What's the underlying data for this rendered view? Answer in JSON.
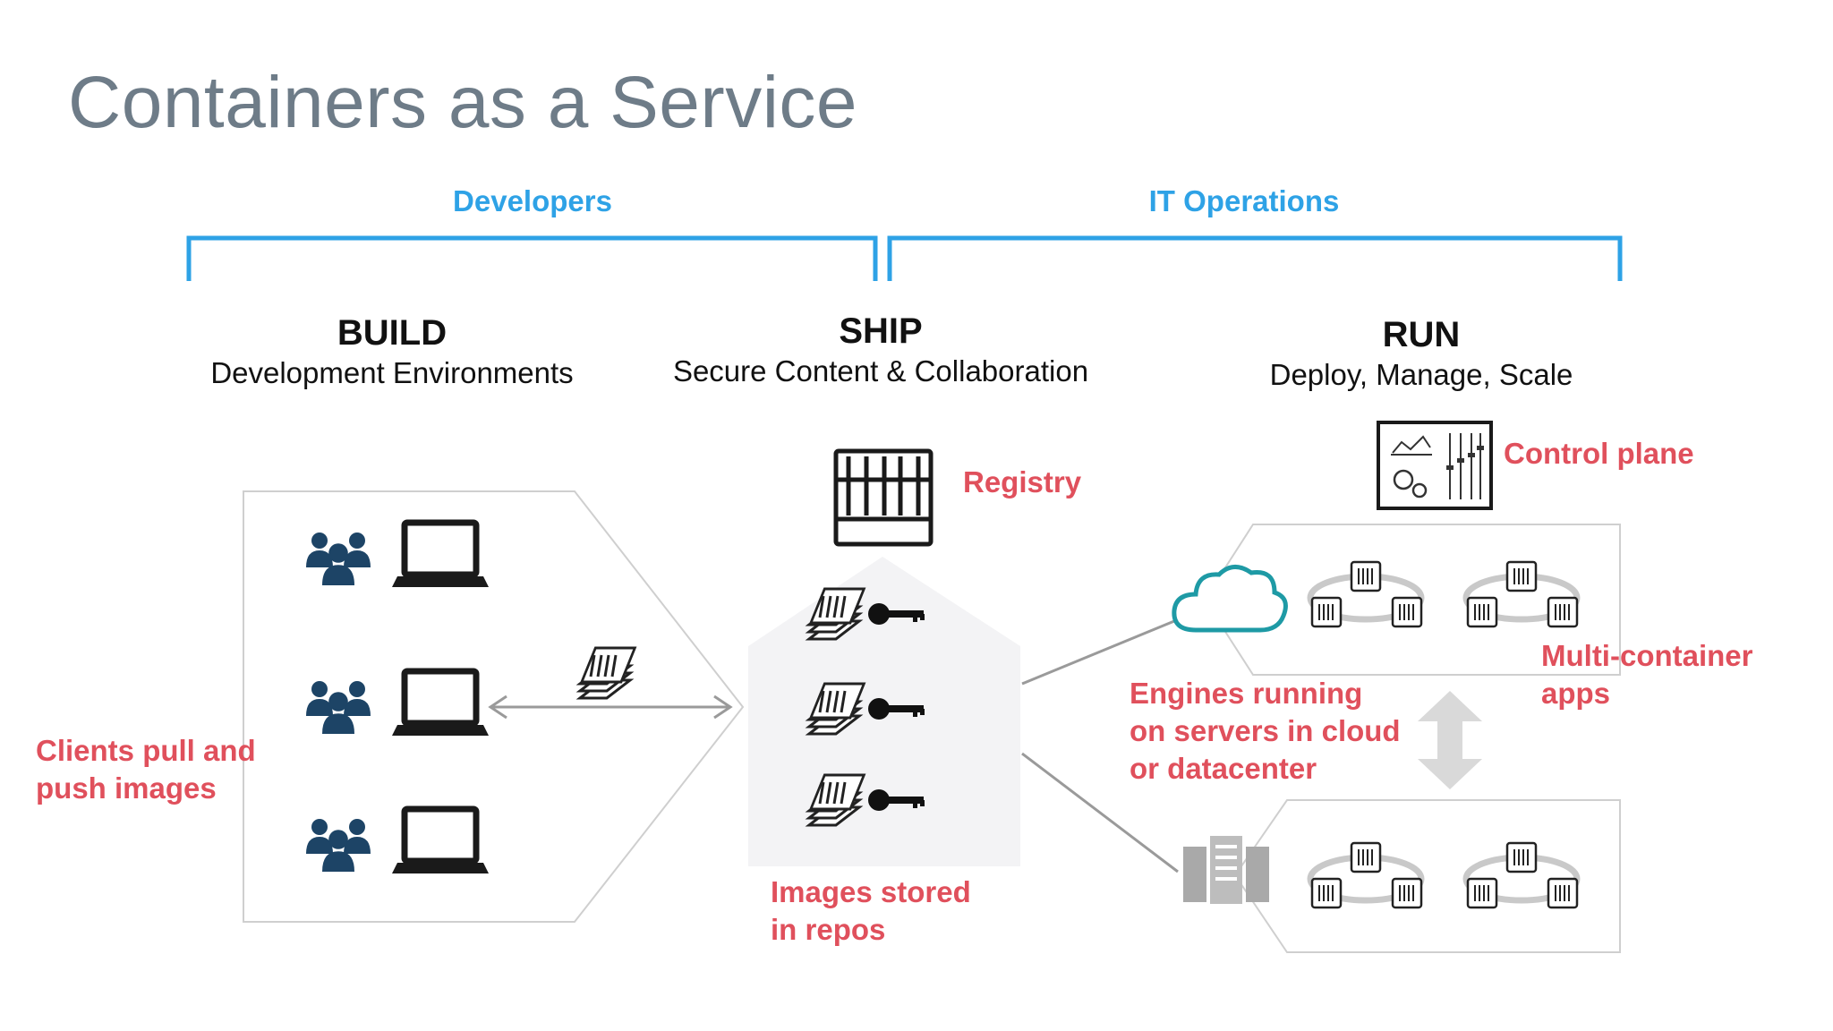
{
  "title": "Containers as a Service",
  "groups": {
    "developers": "Developers",
    "it_operations": "IT Operations"
  },
  "stages": {
    "build": {
      "title": "BUILD",
      "subtitle": "Development Environments"
    },
    "ship": {
      "title": "SHIP",
      "subtitle": "Secure Content & Collaboration"
    },
    "run": {
      "title": "RUN",
      "subtitle": "Deploy, Manage, Scale"
    }
  },
  "annotations": {
    "registry": "Registry",
    "control_plane": "Control plane",
    "clients": [
      "Clients pull and",
      "push images"
    ],
    "images": [
      "Images stored",
      "in repos"
    ],
    "engines": [
      "Engines running",
      "on servers in cloud",
      "or datacenter"
    ],
    "multi": [
      "Multi-container",
      "apps"
    ]
  },
  "colors": {
    "accent_blue": "#2ea2e6",
    "annotation_red": "#e0505c",
    "icon_navy": "#1d4466",
    "cloud_teal": "#1e9aa5",
    "title_gray": "#6e7c88"
  }
}
